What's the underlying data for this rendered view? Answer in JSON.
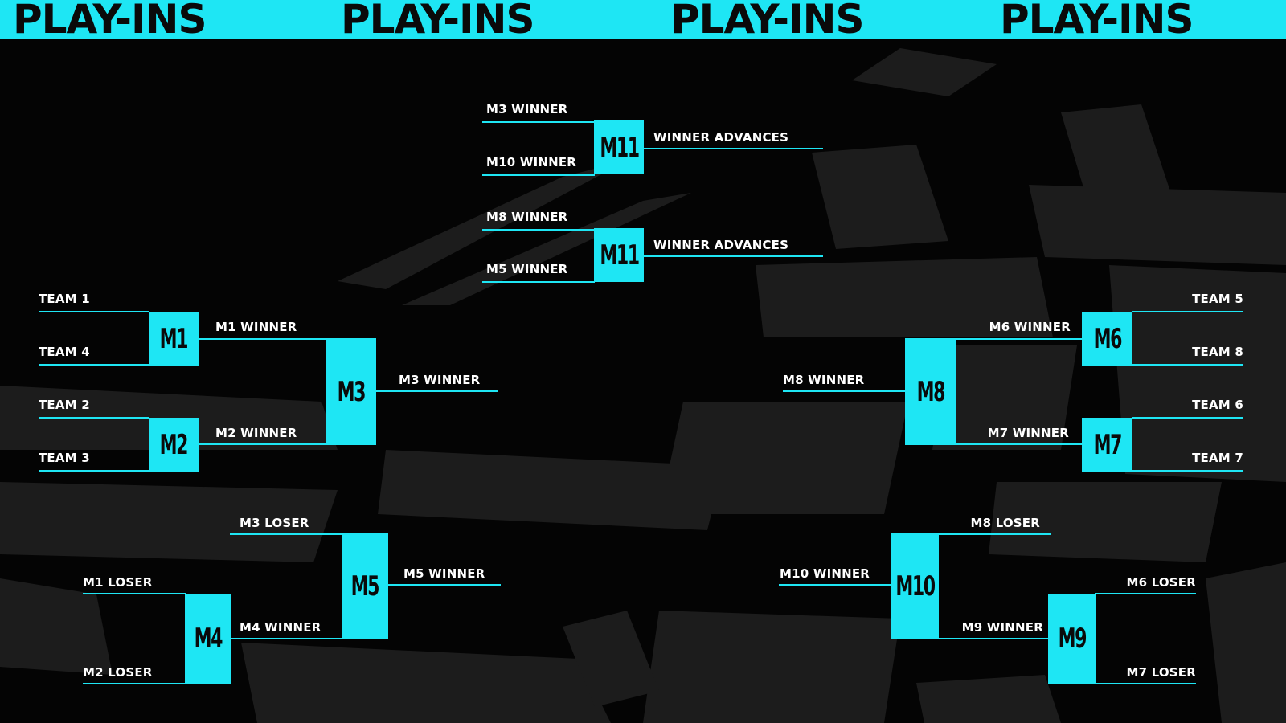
{
  "banner": {
    "title": "PLAY-INS",
    "color": "#1ee6f4"
  },
  "accent": "#1ee6f4",
  "bracket": {
    "m11a": {
      "id": "M11",
      "in1": "M3 WINNER",
      "in2": "M10 WINNER",
      "out": "WINNER ADVANCES"
    },
    "m11b": {
      "id": "M11",
      "in1": "M8 WINNER",
      "in2": "M5 WINNER",
      "out": "WINNER ADVANCES"
    },
    "m1": {
      "id": "M1",
      "in1": "TEAM 1",
      "in2": "TEAM 4",
      "out": "M1 WINNER"
    },
    "m2": {
      "id": "M2",
      "in1": "TEAM 2",
      "in2": "TEAM 3",
      "out": "M2 WINNER"
    },
    "m3": {
      "id": "M3",
      "out": "M3 WINNER"
    },
    "m4": {
      "id": "M4",
      "in1": "M1 LOSER",
      "in2": "M2 LOSER",
      "out": "M4 WINNER"
    },
    "m5": {
      "id": "M5",
      "in1": "M3 LOSER",
      "out": "M5 WINNER"
    },
    "m6": {
      "id": "M6",
      "in1": "TEAM 5",
      "in2": "TEAM 8",
      "out": "M6 WINNER"
    },
    "m7": {
      "id": "M7",
      "in1": "TEAM 6",
      "in2": "TEAM 7",
      "out": "M7 WINNER"
    },
    "m8": {
      "id": "M8",
      "out": "M8 WINNER"
    },
    "m9": {
      "id": "M9",
      "in1": "M6 LOSER",
      "in2": "M7 LOSER",
      "out": "M9 WINNER"
    },
    "m10": {
      "id": "M10",
      "in1": "M8 LOSER",
      "out": "M10 WINNER"
    }
  }
}
